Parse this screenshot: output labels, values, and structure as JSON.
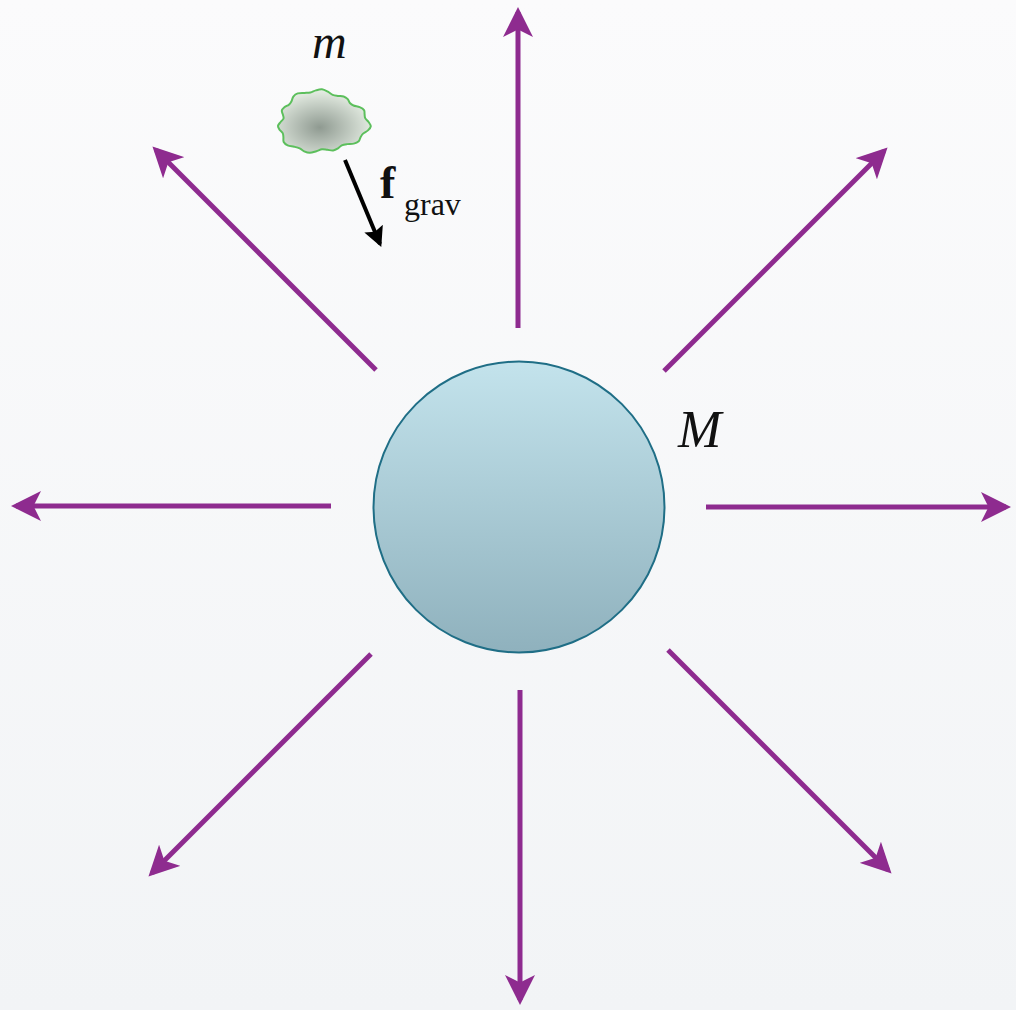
{
  "diagram": {
    "nodes": [
      {
        "text": [
          "m"
        ]
      },
      {
        "text": [
          "M"
        ]
      }
    ],
    "labels": [
      "f",
      "grav"
    ]
  }
}
